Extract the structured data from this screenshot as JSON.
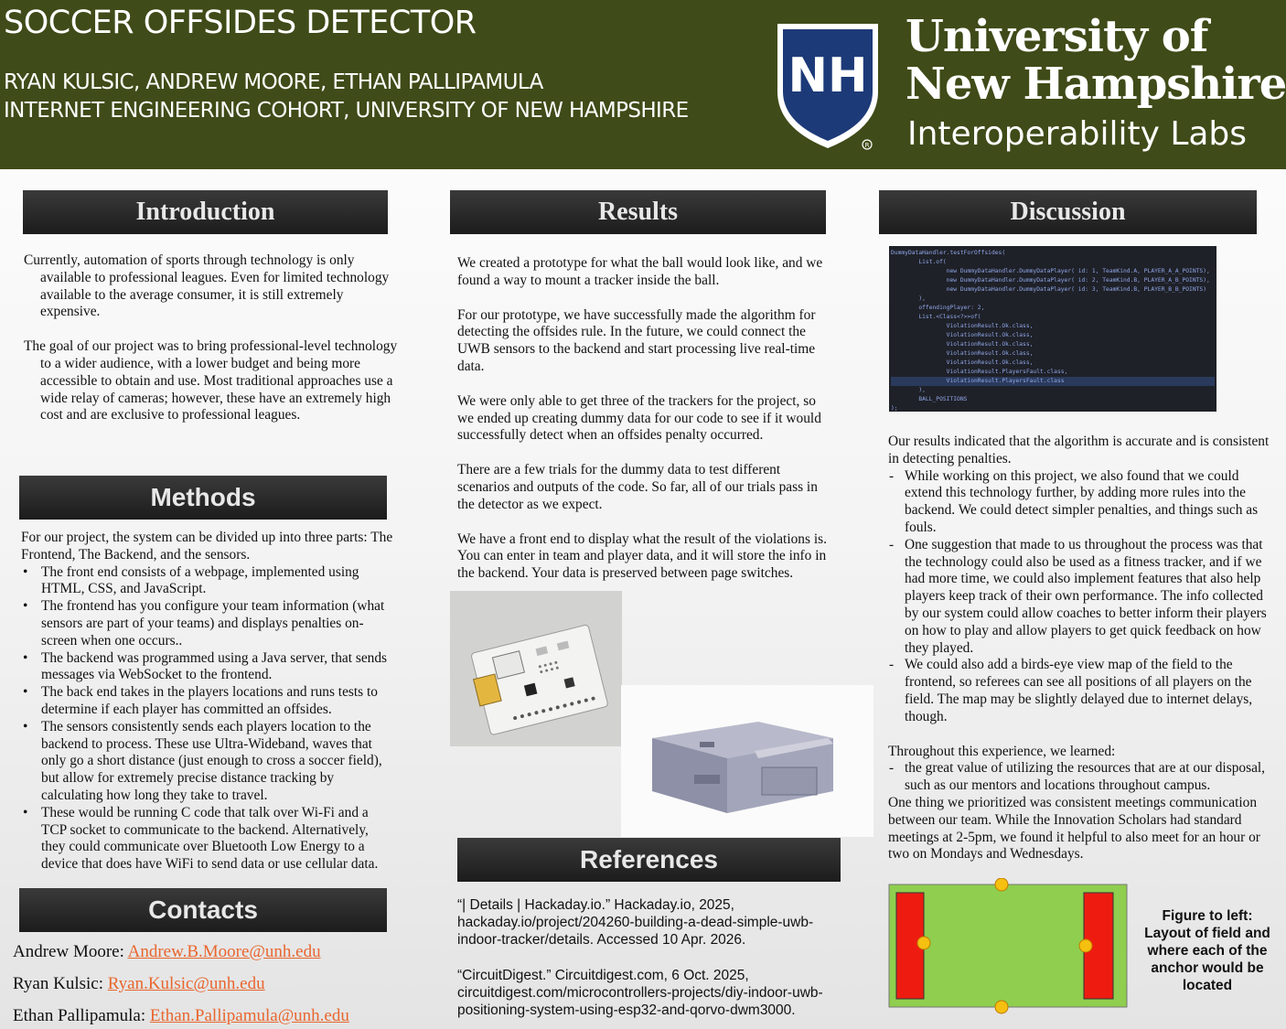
{
  "header": {
    "title": "SOCCER OFFSIDES DETECTOR",
    "authors": "RYAN KULSIC, ANDREW MOORE, ETHAN PALLIPAMULA",
    "affiliation": "INTERNET ENGINEERING COHORT, UNIVERSITY OF NEW HAMPSHIRE",
    "logo_text": "NH",
    "university_line1": "University of",
    "university_line2": "New Hampshire",
    "lab": "Interoperability Labs"
  },
  "introduction": {
    "heading": "Introduction",
    "paragraphs": [
      "Currently, automation of sports through technology is only available to professional leagues. Even for limited technology available to the average consumer, it is still extremely expensive.",
      "The goal of our project was to bring professional-level technology to a wider audience, with a lower budget and being more accessible to obtain and use. Most traditional approaches use a wide relay of cameras; however, these have an extremely high cost and are exclusive to professional leagues."
    ]
  },
  "methods": {
    "heading": "Methods",
    "intro": "For our project, the system can be divided up into three parts: The Frontend, The Backend, and the sensors.",
    "bullets": [
      "The front end consists of a webpage, implemented using HTML, CSS, and JavaScript.",
      "The frontend has you configure your team information (what sensors are part of your teams) and displays penalties on-screen when one occurs..",
      "The backend was programmed using a Java server, that sends messages via WebSocket to the frontend.",
      "The back end takes in the players locations and runs tests to determine if each player has committed an offsides.",
      "The sensors consistently sends each players location to the backend to process. These use Ultra-Wideband, waves that only go a short distance (just enough to cross a soccer field), but allow for extremely precise distance tracking by calculating how long they take to travel.",
      "These would be running C code that talk over Wi-Fi and a TCP socket to communicate to the backend. Alternatively, they could communicate over Bluetooth Low Energy to a device that does have WiFi to send data or use cellular data."
    ]
  },
  "contacts": {
    "heading": "Contacts",
    "people": [
      {
        "name": "Andrew Moore: ",
        "email": "Andrew.B.Moore@unh.edu"
      },
      {
        "name": "Ryan Kulsic: ",
        "email": "Ryan.Kulsic@unh.edu"
      },
      {
        "name": "Ethan Pallipamula: ",
        "email": "Ethan.Pallipamula@unh.edu"
      }
    ]
  },
  "results": {
    "heading": "Results",
    "paragraphs": [
      "We created a prototype for what the ball would look like, and we found a way to mount a tracker inside the ball.",
      "For our prototype, we have successfully made the algorithm for detecting the offsides rule. In the future, we could connect the UWB sensors to the backend and start processing live real-time data.",
      "We were only able to get three of the trackers for the project, so we ended up creating dummy data for our code to see if it would successfully detect when an offsides penalty occurred.",
      "There are a few trials for the dummy data to test different scenarios and outputs of the code. So far, all of our trials pass in the detector as we expect.",
      "We have a front end to display what the result of the violations is. You can enter in team and player data, and it will store the info in the backend. Your data is preserved between page switches."
    ]
  },
  "references": {
    "heading": "References",
    "items": [
      "“| Details | Hackaday.io.” Hackaday.io, 2025, hackaday.io/project/204260-building-a-dead-simple-uwb-indoor-tracker/details. Accessed 10 Apr. 2026.",
      "“CircuitDigest.” Circuitdigest.com, 6 Oct. 2025, circuitdigest.com/microcontrollers-projects/diy-indoor-uwb-positioning-system-using-esp32-and-qorvo-dwm3000."
    ]
  },
  "discussion": {
    "heading": "Discussion",
    "code_lines": [
      "DummyDataHandler.testForOffsides(",
      "        List.of(",
      "                new DummyDataHandler.DummyDataPlayer( id: 1, TeamKind.A, PLAYER_A_A_POINTS),",
      "                new DummyDataHandler.DummyDataPlayer( id: 2, TeamKind.B, PLAYER_A_B_POINTS),",
      "                new DummyDataHandler.DummyDataPlayer( id: 3, TeamKind.B, PLAYER_B_B_POINTS)",
      "        ),",
      "        offendingPlayer: 2,",
      "        List.<Class<?>>of(",
      "                ViolationResult.Ok.class,",
      "                ViolationResult.Ok.class,",
      "                ViolationResult.Ok.class,",
      "                ViolationResult.Ok.class,",
      "                ViolationResult.Ok.class,",
      "                ViolationResult.PlayersFault.class,",
      "                ViolationResult.PlayersFault.class",
      "        ),",
      "        BALL_POSITIONS",
      ");"
    ],
    "summary": "Our results indicated that the algorithm is accurate and is consistent in detecting penalties.",
    "points": [
      "While working on this project, we also found that we could extend this technology further, by adding more rules into the backend. We could detect simpler penalties, and things such as fouls.",
      "One suggestion that made to us throughout the process was that the technology could also be used as a fitness tracker, and if we had more time, we could also implement features that also help players keep track of their own performance.  The info collected by our system could allow coaches to better inform their players on how to play and allow players to get quick feedback on how they played.",
      "We could also add a birds-eye view map of the field to the frontend, so referees can see all positions of all players on the field. The map may be slightly delayed due to internet delays, though."
    ],
    "learned_intro": "Throughout this experience, we learned:",
    "learned_points": [
      "the great value of utilizing the resources that are at our disposal, such as our mentors and locations throughout campus."
    ],
    "closing": "One thing we prioritized was consistent meetings communication between our team. While the Innovation Scholars had standard meetings at 2-5pm, we found it helpful to also meet for an hour or two on Mondays and Wednesdays.",
    "figure_caption": "Figure to left: Layout of field and where each of the anchor would be located"
  },
  "colors": {
    "header_bg": "#3f4b18",
    "link": "#e8662e",
    "field_green": "#8fce4e",
    "penalty_red": "#ee1c10",
    "anchor_yellow": "#f5c010"
  }
}
